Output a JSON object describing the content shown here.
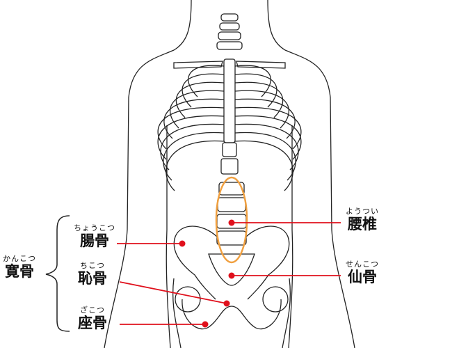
{
  "labels": {
    "hip_bone": {
      "text": "寛骨",
      "ruby": "かんこつ"
    },
    "ilium": {
      "text": "腸骨",
      "ruby": "ちょうこつ"
    },
    "pubis": {
      "text": "恥骨",
      "ruby": "ちこつ"
    },
    "ischium": {
      "text": "座骨",
      "ruby": "ざこつ"
    },
    "lumbar": {
      "text": "腰椎",
      "ruby": "ようつい"
    },
    "sacrum": {
      "text": "仙骨",
      "ruby": "せんこつ"
    }
  },
  "colors": {
    "pointer": "#e0101c",
    "highlight": "#f0a040",
    "outline": "#222222"
  }
}
